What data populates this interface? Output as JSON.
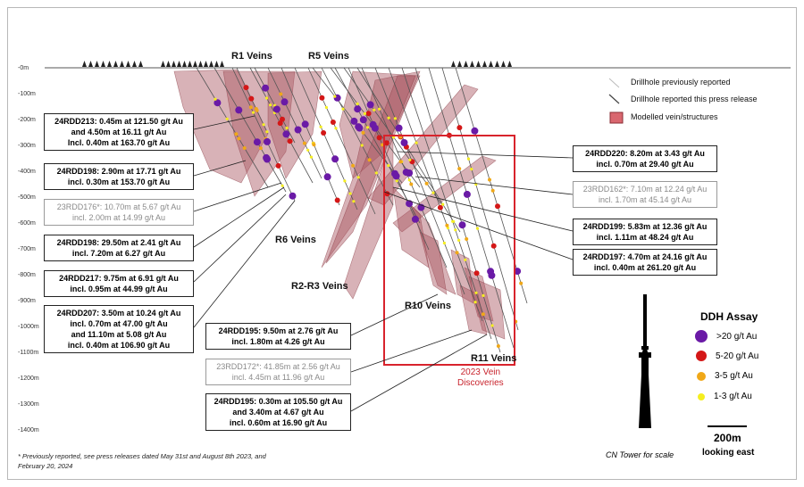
{
  "depth_labels": [
    "-0m",
    "-100m",
    "-200m",
    "-300m",
    "-400m",
    "-500m",
    "-600m",
    "-700m",
    "-800m",
    "-900m",
    "-1000m",
    "-1100m",
    "-1200m",
    "-1300m",
    "-1400m"
  ],
  "vein_labels": {
    "r1": "R1 Veins",
    "r5": "R5 Veins",
    "r6": "R6 Veins",
    "r23": "R2-R3 Veins",
    "r10": "R10 Veins",
    "r11": "R11 Veins"
  },
  "discovery": {
    "line1": "2023 Vein",
    "line2": "Discoveries",
    "color": "#c8232c"
  },
  "legend": {
    "prev": "Drillhole previously reported",
    "this": "Drillhole reported this press release",
    "vein": "Modelled vein/structures"
  },
  "ddh": {
    "title": "DDH Assay",
    "items": [
      {
        "label": ">20 g/t Au",
        "color": "#6a1aa6"
      },
      {
        "label": "5-20 g/t Au",
        "color": "#d41717"
      },
      {
        "label": "3-5 g/t Au",
        "color": "#f0a818"
      },
      {
        "label": "1-3 g/t Au",
        "color": "#f5ee20"
      }
    ]
  },
  "scale": {
    "bar": "200m",
    "direction": "looking east",
    "tower": "CN Tower for scale"
  },
  "footnote": "* Previously reported, see press releases dated May 31st and August 8th 2023, and February 20, 2024",
  "callouts": {
    "rdd213": [
      "24RDD213: 0.45m at 121.50 g/t Au",
      "and 4.50m at 16.11 g/t Au",
      "Incl. 0.40m at 163.70 g/t Au"
    ],
    "rdd198a": [
      "24RDD198: 2.90m at 17.71 g/t Au",
      "incl. 0.30m at 153.70 g/t Au"
    ],
    "rdd176": [
      "23RDD176*: 10.70m at 5.67 g/t Au",
      "incl. 2.00m at 14.99 g/t Au"
    ],
    "rdd198b": [
      "24RDD198: 29.50m at 2.41 g/t Au",
      "incl. 7.20m at 6.27 g/t Au"
    ],
    "rdd217": [
      "24RDD217: 9.75m at 6.91 g/t Au",
      "incl. 0.95m at 44.99 g/t Au"
    ],
    "rdd207": [
      "24RDD207: 3.50m at 10.24 g/t Au",
      "incl. 0.70m at 47.00 g/t Au",
      "and 11.10m at 5.08 g/t Au",
      "incl. 0.40m at 106.90 g/t Au"
    ],
    "rdd195a": [
      "24RDD195: 9.50m at 2.76 g/t Au",
      "incl. 1.80m at 4.26 g/t Au"
    ],
    "rdd172": [
      "23RDD172*: 41.85m at 2.56 g/t Au",
      "incl. 4.45m at 11.96 g/t Au"
    ],
    "rdd195b": [
      "24RDD195: 0.30m at 105.50 g/t Au",
      "and 3.40m at 4.67 g/t Au",
      "incl. 0.60m at 16.90 g/t Au"
    ],
    "rdd220": [
      "24RDD220: 8.20m at 3.43 g/t Au",
      "incl. 0.70m at 29.40 g/t Au"
    ],
    "rdd162": [
      "23RDD162*: 7.10m at 12.24 g/t Au",
      "incl. 1.70m at 45.14 g/t Au"
    ],
    "rdd199": [
      "24RDD199: 5.83m at 12.36 g/t Au",
      "incl. 1.11m at 48.24 g/t Au"
    ],
    "rdd197": [
      "24RDD197: 4.70m at 24.16 g/t Au",
      "incl. 0.40m at 261.20 g/t Au"
    ]
  }
}
